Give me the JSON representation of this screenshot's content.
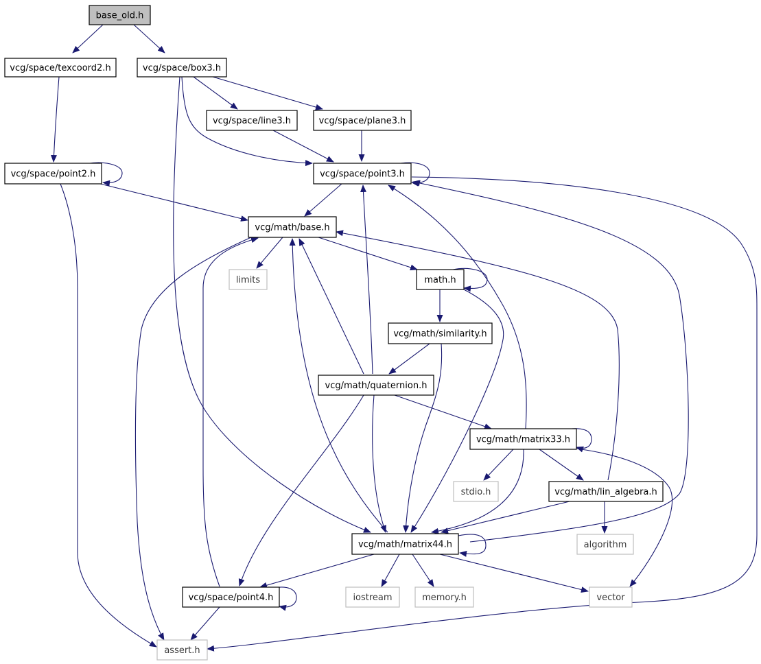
{
  "diagram": {
    "colors": {
      "edge": "#191970",
      "root_fill": "#bfbfbf",
      "node_border": "#000000",
      "external_border": "#bfbfbf",
      "external_text": "#3a3a3a",
      "text": "#000000"
    },
    "nodes": {
      "base_old": {
        "label": "base_old.h",
        "kind": "root"
      },
      "texcoord2": {
        "label": "vcg/space/texcoord2.h",
        "kind": "file"
      },
      "box3": {
        "label": "vcg/space/box3.h",
        "kind": "file"
      },
      "line3": {
        "label": "vcg/space/line3.h",
        "kind": "file"
      },
      "plane3": {
        "label": "vcg/space/plane3.h",
        "kind": "file"
      },
      "point2": {
        "label": "vcg/space/point2.h",
        "kind": "file"
      },
      "point3": {
        "label": "vcg/space/point3.h",
        "kind": "file"
      },
      "mathbase": {
        "label": "vcg/math/base.h",
        "kind": "file"
      },
      "limits": {
        "label": "limits",
        "kind": "external"
      },
      "mathh": {
        "label": "math.h",
        "kind": "file"
      },
      "similarity": {
        "label": "vcg/math/similarity.h",
        "kind": "file"
      },
      "quaternion": {
        "label": "vcg/math/quaternion.h",
        "kind": "file"
      },
      "matrix33": {
        "label": "vcg/math/matrix33.h",
        "kind": "file"
      },
      "stdio": {
        "label": "stdio.h",
        "kind": "external"
      },
      "linalgebra": {
        "label": "vcg/math/lin_algebra.h",
        "kind": "file"
      },
      "algorithm": {
        "label": "algorithm",
        "kind": "external"
      },
      "matrix44": {
        "label": "vcg/math/matrix44.h",
        "kind": "file"
      },
      "point4": {
        "label": "vcg/space/point4.h",
        "kind": "file"
      },
      "iostream": {
        "label": "iostream",
        "kind": "external"
      },
      "memory": {
        "label": "memory.h",
        "kind": "external"
      },
      "vector": {
        "label": "vector",
        "kind": "external"
      },
      "assert": {
        "label": "assert.h",
        "kind": "external"
      }
    },
    "edges": [
      [
        "base_old",
        "texcoord2"
      ],
      [
        "base_old",
        "box3"
      ],
      [
        "texcoord2",
        "point2"
      ],
      [
        "box3",
        "line3"
      ],
      [
        "box3",
        "plane3"
      ],
      [
        "box3",
        "point3"
      ],
      [
        "box3",
        "matrix44"
      ],
      [
        "line3",
        "point3"
      ],
      [
        "plane3",
        "point3"
      ],
      [
        "point2",
        "point2"
      ],
      [
        "point2",
        "mathbase"
      ],
      [
        "point2",
        "assert"
      ],
      [
        "point3",
        "point3"
      ],
      [
        "point3",
        "mathbase"
      ],
      [
        "point3",
        "assert"
      ],
      [
        "mathbase",
        "limits"
      ],
      [
        "mathbase",
        "mathh"
      ],
      [
        "mathbase",
        "assert"
      ],
      [
        "mathh",
        "mathh"
      ],
      [
        "mathh",
        "similarity"
      ],
      [
        "mathh",
        "matrix44"
      ],
      [
        "similarity",
        "quaternion"
      ],
      [
        "similarity",
        "matrix44"
      ],
      [
        "quaternion",
        "mathbase"
      ],
      [
        "quaternion",
        "point3"
      ],
      [
        "quaternion",
        "matrix33"
      ],
      [
        "quaternion",
        "matrix44"
      ],
      [
        "quaternion",
        "point4"
      ],
      [
        "matrix33",
        "matrix33"
      ],
      [
        "matrix33",
        "point3"
      ],
      [
        "matrix33",
        "stdio"
      ],
      [
        "matrix33",
        "linalgebra"
      ],
      [
        "matrix33",
        "matrix44"
      ],
      [
        "matrix33",
        "vector"
      ],
      [
        "linalgebra",
        "mathbase"
      ],
      [
        "linalgebra",
        "matrix44"
      ],
      [
        "linalgebra",
        "algorithm"
      ],
      [
        "matrix44",
        "matrix44"
      ],
      [
        "matrix44",
        "mathbase"
      ],
      [
        "matrix44",
        "point3"
      ],
      [
        "matrix44",
        "point4"
      ],
      [
        "matrix44",
        "iostream"
      ],
      [
        "matrix44",
        "memory"
      ],
      [
        "matrix44",
        "vector"
      ],
      [
        "point4",
        "point4"
      ],
      [
        "point4",
        "mathbase"
      ],
      [
        "point4",
        "assert"
      ]
    ]
  }
}
